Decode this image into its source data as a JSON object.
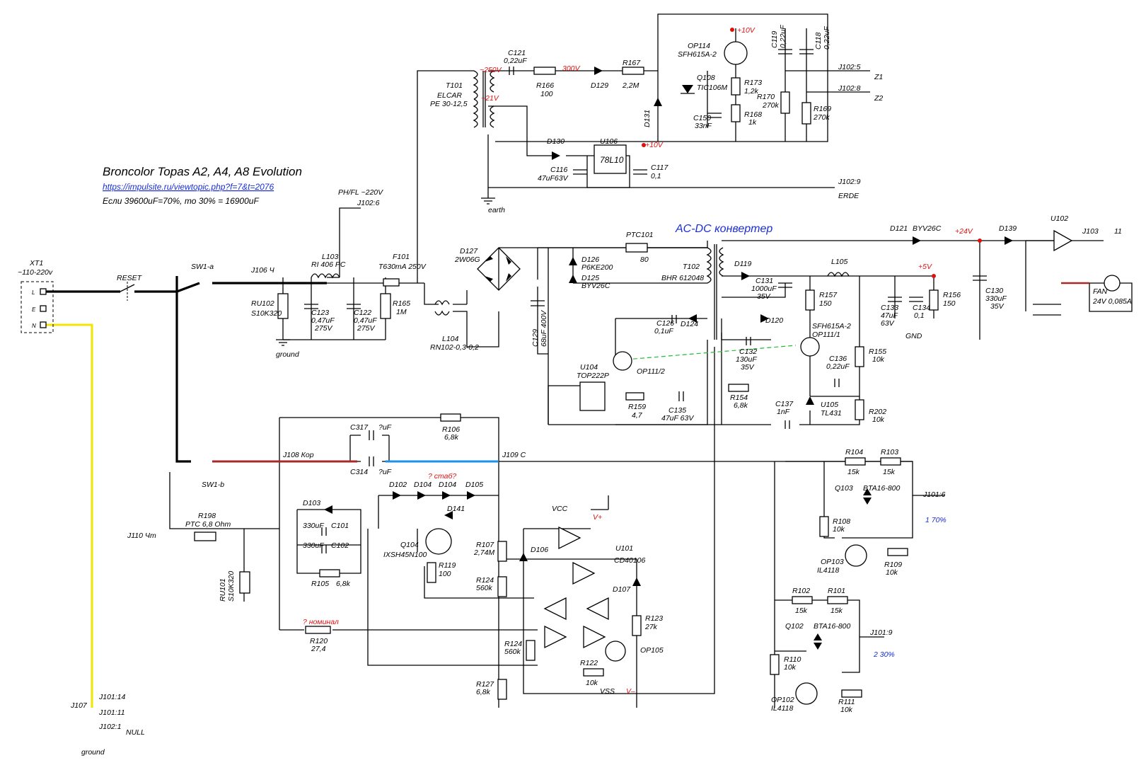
{
  "title": {
    "main": "Broncolor Topas A2, A4, A8 Evolution",
    "link": "https://impulsite.ru/viewtopic.php?f=7&t=2076",
    "note": "Если 39600uF=70%, то 30% = 16900uF",
    "acdc": "AC-DC конвертер"
  },
  "colors": {
    "wire": "#000000",
    "red_wire": "#a52a2a",
    "blue_wire": "#1e90e6",
    "yellow_wire": "#f2e600",
    "dashed": "#22bb33",
    "annot_red": "#e01010",
    "annot_blue": "#1a2ed8"
  },
  "input": {
    "xt1": "XT1",
    "xt1_v": "~110-220v",
    "pin_l": "L",
    "pin_e": "E",
    "pin_n": "N",
    "reset": "RESET",
    "sw1a": "SW1-a",
    "sw1b": "SW1-b",
    "j106": "J106 Ч",
    "j108": "J108 Кор",
    "j109": "J109 С",
    "j110": "J110 Чт",
    "j107": "J107",
    "ground": "ground",
    "null": "NULL",
    "j101_14": "J101:14",
    "j101_11": "J101:11",
    "j102_1": "J102:1"
  },
  "filter": {
    "phfl": "PH/FL ~220V",
    "j102_6": "J102:6",
    "l103": "L103",
    "l103_v": "RI 406 PC",
    "f101": "F101",
    "f101_v": "T630mA 250V",
    "ru102": "RU102",
    "ru102_v": "S10K320",
    "c123": "C123",
    "c123_v": "0,47uF",
    "c123_vv": "275V",
    "c122": "C122",
    "c122_v": "0,47uF",
    "c122_vv": "275V",
    "r165": "R165",
    "r165_v": "1M",
    "ground": "ground",
    "l104": "L104",
    "l104_v": "RN102-0,3-0,2",
    "d127": "D127",
    "d127_v": "2W06G",
    "c129": "C129",
    "c129_v": "68uF 400V"
  },
  "trigger": {
    "t101": "T101",
    "elcar": "ELCAR",
    "pe": "PE 30-12,5",
    "v250": "~250V",
    "v21": "~21V",
    "c121": "C121",
    "c121_v": "0,22uF",
    "r166": "R166",
    "r166_v": "100",
    "v300": "300V",
    "d129": "D129",
    "r167": "R167",
    "r167_v": "2,2M",
    "d131": "D131",
    "q108": "Q108",
    "q108_v": "TIC106M",
    "op114": "OP114",
    "op114_v": "SFH615A-2",
    "p10v": "+10V",
    "r173": "R173",
    "r173_v": "1,2k",
    "c150": "C150",
    "c150_v": "33nF",
    "r168": "R168",
    "r168_v": "1k",
    "c119": "C119",
    "c119_v": "0,22uF",
    "c118": "C118",
    "c118_v": "0,22uF",
    "r170": "R170",
    "r170_v": "270k",
    "r169": "R169",
    "r169_v": "270k",
    "j102_5": "J102:5",
    "j102_8": "J102:8",
    "z1": "Z1",
    "z2": "Z2",
    "d130": "D130",
    "u106": "U106",
    "u106_v": "78L10",
    "c116": "C116",
    "c116_v": "47uF63V",
    "c117": "C117",
    "c117_v": "0,1",
    "j102_9": "J102:9",
    "erde": "ERDE",
    "earth": "earth",
    "p10v2": "+10V"
  },
  "smps": {
    "ptc101": "PTC101",
    "ptc101_v": "80",
    "d126": "D126",
    "d126_v": "P6KE200",
    "d125": "D125",
    "d125_v": "BYV26C",
    "t102": "T102",
    "t102_v": "BHR 612048",
    "d119": "D119",
    "c131": "C131",
    "c131_v": "1000uF",
    "c131_vv": "35V",
    "l105": "L105",
    "p5v": "+5V",
    "r157": "R157",
    "r157_v": "150",
    "c133": "C133",
    "c133_v": "47uF",
    "c133_vv": "63V",
    "c134": "C134",
    "c134_v": "0,1",
    "r156": "R156",
    "r156_v": "150",
    "gnd": "GND",
    "d121": "D121",
    "d121_v": "BYV26C",
    "p24v": "+24V",
    "d139": "D139",
    "u102": "U102",
    "j103": "J103",
    "j103_p": "11",
    "c130": "C130",
    "c130_v": "330uF",
    "c130_vv": "35V",
    "fan": "FAN",
    "fan_v": "24V  0,085A",
    "c126": "C126",
    "c126_v": "0,1uF",
    "d124": "D124",
    "d120": "D120",
    "c132": "C132",
    "c132_v": "130uF",
    "c132_vv": "35V",
    "op111_1": "SFH615A-2",
    "op111_1b": "OP111/1",
    "c136": "C136",
    "c136_v": "0,22uF",
    "r155": "R155",
    "r155_v": "10k",
    "u104": "U104",
    "u104_v": "TOP222P",
    "op111_2": "OP111/2",
    "r159": "R159",
    "r159_v": "4,7",
    "c135": "C135",
    "c135_v": "47uF 63V",
    "r154": "R154",
    "r154_v": "6,8k",
    "c137": "C137",
    "c137_v": "1nF",
    "u105": "U105",
    "u105_v": "TL431",
    "r202": "R202",
    "r202_v": "10k"
  },
  "charge": {
    "c317": "C317",
    "c317_v": "?uF",
    "c314": "C314",
    "c314_v": "?uF",
    "r106": "R106",
    "r106_v": "6,8k",
    "q_stab": "? стаб?",
    "d102": "D102",
    "d104a": "D104",
    "d104b": "D104",
    "d105": "D105",
    "d141": "D141",
    "d103": "D103",
    "c101": "C101",
    "c101_v": "330uF",
    "c102": "C102",
    "c102_v": "330uF",
    "r105": "R105",
    "r105_v": "6,8k",
    "q104": "Q104",
    "q104_v": "IXSH45N100",
    "r119": "R119",
    "r119_v": "100",
    "r107": "R107",
    "r107_v": "2,74M",
    "r124a": "R124",
    "r124a_v": "560k",
    "r124b": "R124",
    "r124b_v": "560k",
    "r127": "R127",
    "r127_v": "6,8k",
    "r198": "R198",
    "r198_v": "PTC 6,8 Ohm",
    "ru101": "RU101",
    "ru101_v": "S10K320",
    "r120": "R120",
    "r120_v": "27,4",
    "q_nom": "? номинал",
    "vcc": "VCC",
    "vplus": "V+",
    "vss": "VSS",
    "vminus": "V–",
    "u101": "U101",
    "u101_v": "CD40106",
    "d106": "D106",
    "d107": "D107",
    "r123": "R123",
    "r123_v": "27k",
    "op105": "OP105",
    "r122": "R122",
    "r122_v": "10k"
  },
  "power": {
    "r104": "R104",
    "r104_v": "15k",
    "r103": "R103",
    "r103_v": "15k",
    "q103": "Q103",
    "q103_v": "BTA16-800",
    "j101_6": "J101:6",
    "ch1": "1  70%",
    "r108": "R108",
    "r108_v": "10k",
    "op103": "OP103",
    "op103_v": "IL4118",
    "r109": "R109",
    "r109_v": "10k",
    "r102": "R102",
    "r102_v": "15k",
    "r101": "R101",
    "r101_v": "15k",
    "q102": "Q102",
    "q102_v": "BTA16-800",
    "j101_9": "J101:9",
    "ch2": "2  30%",
    "r110": "R110",
    "r110_v": "10k",
    "op102": "OP102",
    "op102_v": "IL4118",
    "r111": "R111",
    "r111_v": "10k"
  }
}
